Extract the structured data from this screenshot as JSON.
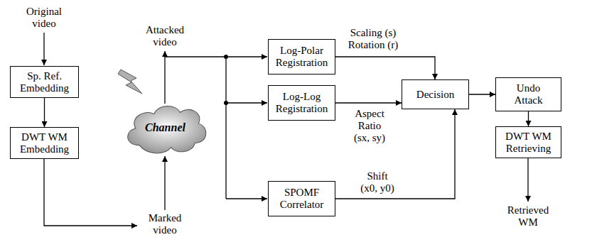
{
  "diagram": {
    "nodes": [
      {
        "text": [
          "Sp. Ref. Embedding"
        ]
      },
      {
        "text": [
          "DWT WM Embedding"
        ]
      },
      {
        "text": [
          "Channel"
        ]
      },
      {
        "text": [
          "Log-Polar Registration"
        ]
      },
      {
        "text": [
          "Log-Log Registration"
        ]
      },
      {
        "text": [
          "SPOMF Correlator"
        ]
      },
      {
        "text": [
          "Decision"
        ]
      },
      {
        "text": [
          "Undo Attack"
        ]
      },
      {
        "text": [
          "DWT WM Retrieving"
        ]
      }
    ],
    "edges": [
      {
        "from": 0,
        "to": 1,
        "arrow": "to"
      },
      {
        "from": 3,
        "to": 6,
        "arrow": "to",
        "label": "Scaling (s) Rotation (r)"
      },
      {
        "from": 4,
        "to": 6,
        "arrow": "to",
        "label": "Aspect Ratio (sx, sy)"
      },
      {
        "from": 5,
        "to": 6,
        "arrow": "to",
        "label": "Shift (x0, y0)"
      },
      {
        "from": 6,
        "to": 7,
        "arrow": "to"
      },
      {
        "from": 7,
        "to": 8,
        "arrow": "to"
      }
    ],
    "labels": [
      "Original video",
      "Attacked video",
      "Marked video",
      "Retrieved WM"
    ]
  }
}
